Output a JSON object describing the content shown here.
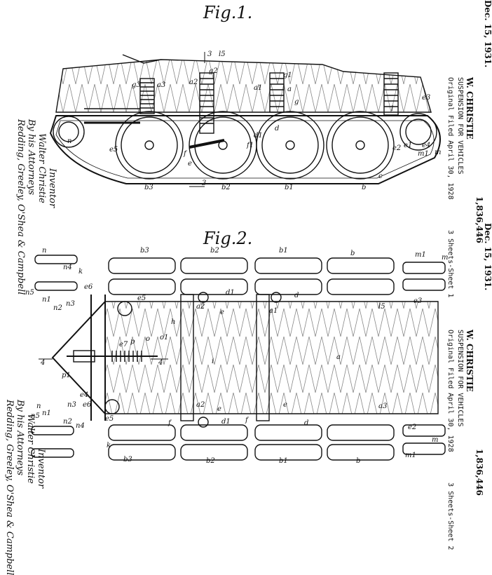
{
  "sheet1": {
    "date": "Dec. 15, 1931.",
    "inventor": "W. CHRISTIE",
    "patent": "1,836,446",
    "title": "SUSPENSION FOR VEHICLES",
    "filed": "Original Filed April 30, 1928",
    "sheets": "3 Sheets-Sheet 1",
    "fig": "Fig.1.",
    "inventor_label": "Inventor",
    "inventor_name": "Walter Christie",
    "attorneys_by": "By his Attorneys",
    "attorneys": "Redding, Greeley, O'Shea & Campbell"
  },
  "sheet2": {
    "date": "Dec. 15, 1931.",
    "inventor": "W. CHRISTIE",
    "patent": "1,836,446",
    "title": "SUSPENSION FOR VEHICLES",
    "filed": "Original Filed April 30, 1928",
    "sheets": "3 Sheets-Sheet 2",
    "fig": "Fig.2.",
    "inventor_label": "Inventor",
    "inventor_name": "Walter Christie",
    "attorneys_by": "By his Attorneys",
    "attorneys": "Redding, Greeley, O'Shea & Campbell"
  },
  "fig1_labels": [
    "3",
    "l5",
    "g3",
    "a3",
    "a2",
    "g2",
    "a1",
    "g1",
    "a",
    "g",
    "l",
    "e3",
    "e4",
    "m",
    "m1",
    "d",
    "d1",
    "f",
    "f1",
    "e",
    "e1",
    "e2",
    "n",
    "c",
    "b3",
    "b2",
    "b1",
    "b",
    "3",
    "e5"
  ],
  "fig2_labels": [
    "n",
    "n4",
    "k",
    "b3",
    "b2",
    "b1",
    "b",
    "m1",
    "m",
    "e6",
    "n5",
    "n1",
    "n2",
    "n3",
    "e5",
    "a2",
    "e",
    "d1",
    "l5",
    "a1",
    "d",
    "e3",
    "h",
    "e7",
    "p",
    "o",
    "o1",
    "4",
    "4",
    "i",
    "a",
    "p1",
    "e4",
    "n3",
    "n",
    "n5",
    "e6",
    "n1",
    "n2",
    "n4",
    "e5",
    "k",
    "a2",
    "e",
    "f",
    "d1",
    "f",
    "e",
    "d",
    "a3",
    "e2",
    "m",
    "m1",
    "b3",
    "b2",
    "b1",
    "b"
  ]
}
